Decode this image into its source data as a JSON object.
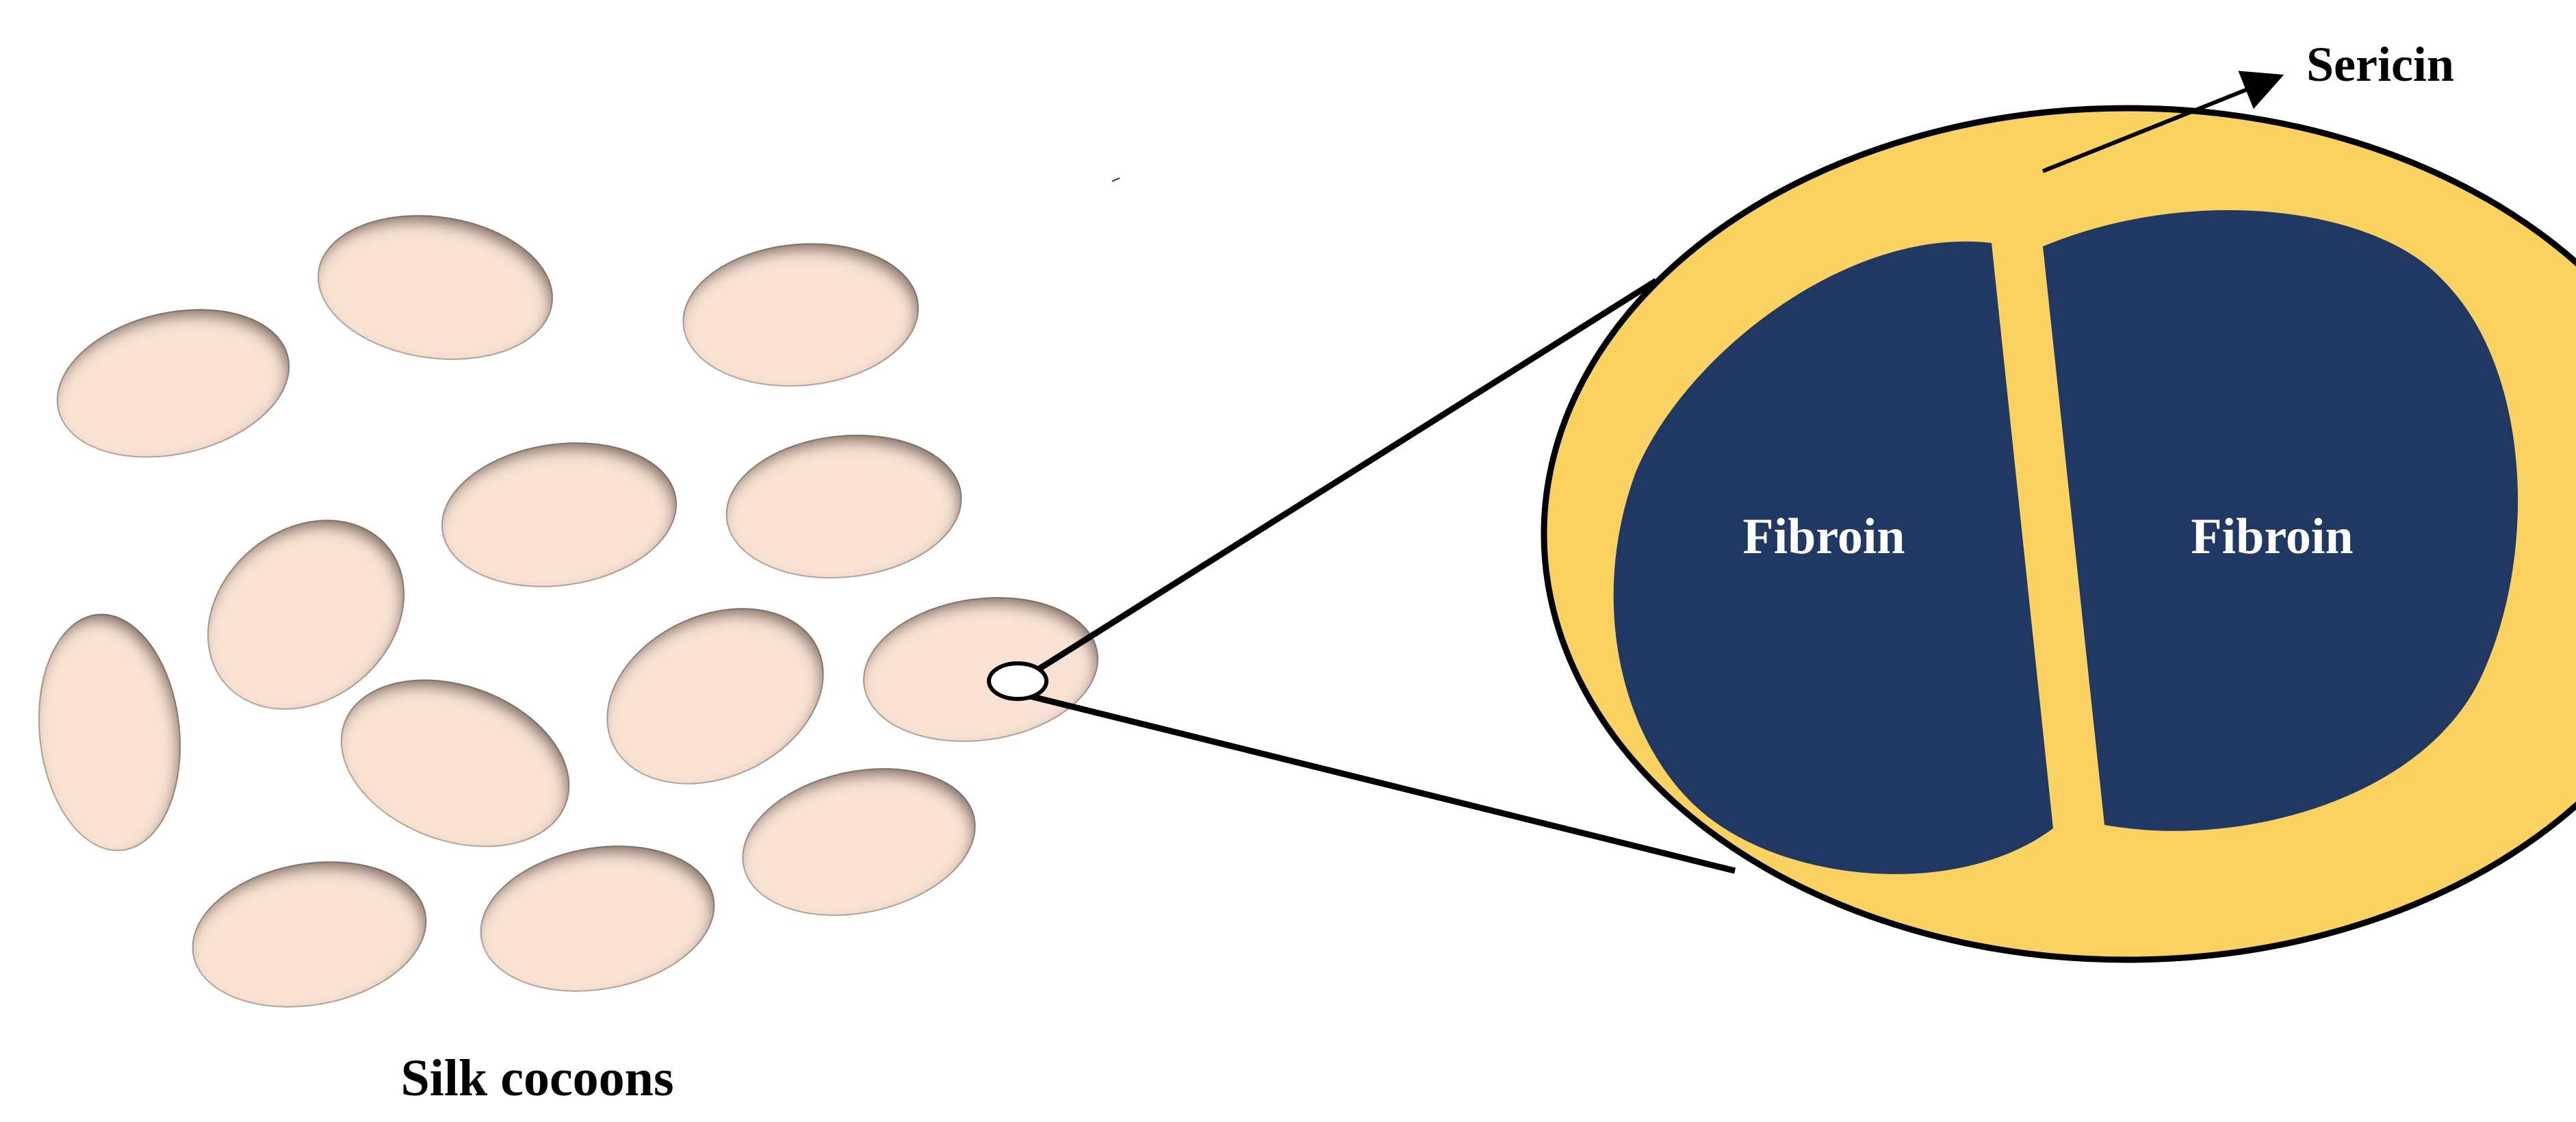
{
  "labels": {
    "silk_cocoons": "Silk cocoons",
    "sericin": "Sericin",
    "fibroin_left": "Fibroin",
    "fibroin_right": "Fibroin"
  },
  "colors": {
    "cocoon_fill": "#f9e2d3",
    "cocoon_shadow": "#8a7a70",
    "sericin": "#f9d262",
    "fibroin": "#213862",
    "outline": "#000000",
    "fibroin_text": "#ffffff",
    "label_text": "#000000"
  },
  "counts": {
    "cocoons": 13
  }
}
